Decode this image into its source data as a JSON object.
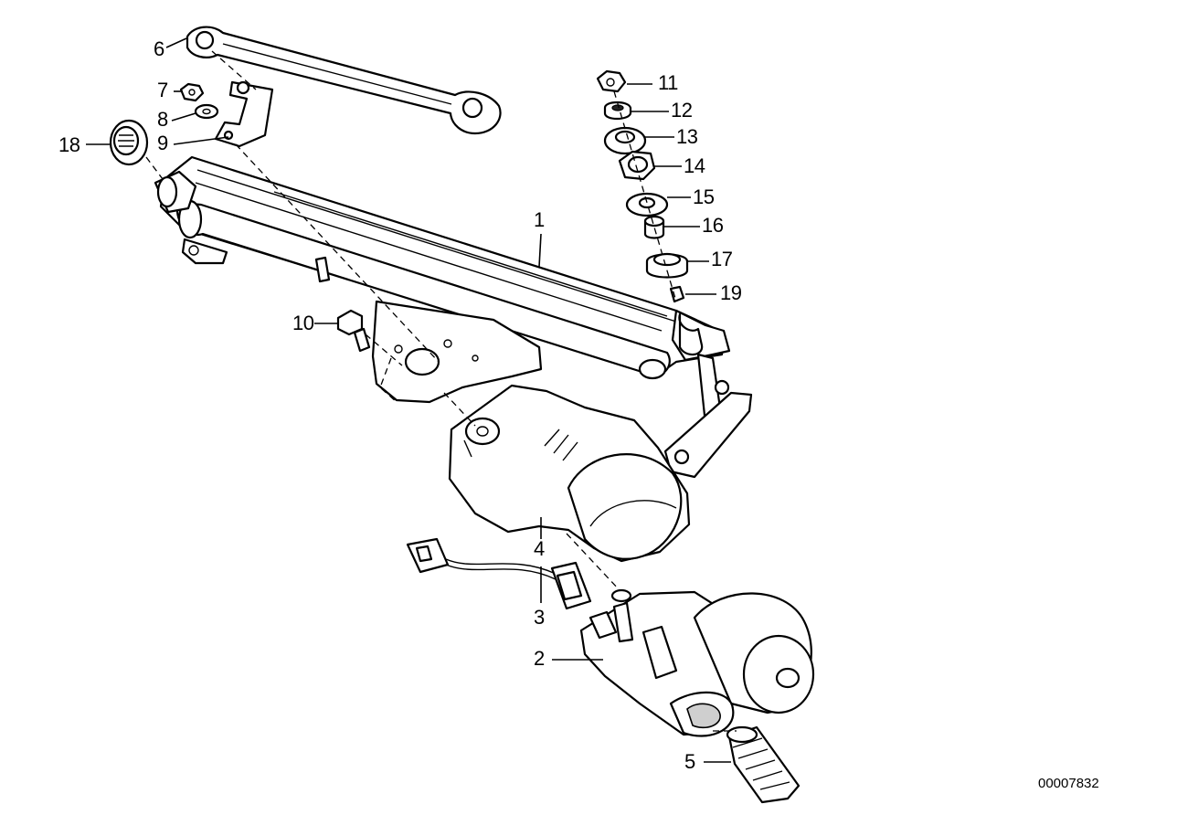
{
  "diagram": {
    "document_number": "00007832",
    "callouts": [
      {
        "id": "1",
        "text": "1"
      },
      {
        "id": "2",
        "text": "2"
      },
      {
        "id": "3",
        "text": "3"
      },
      {
        "id": "4",
        "text": "4"
      },
      {
        "id": "5",
        "text": "5"
      },
      {
        "id": "6",
        "text": "6"
      },
      {
        "id": "7",
        "text": "7"
      },
      {
        "id": "8",
        "text": "8"
      },
      {
        "id": "9",
        "text": "9"
      },
      {
        "id": "10",
        "text": "10"
      },
      {
        "id": "11",
        "text": "11"
      },
      {
        "id": "12",
        "text": "12"
      },
      {
        "id": "13",
        "text": "13"
      },
      {
        "id": "14",
        "text": "14"
      },
      {
        "id": "15",
        "text": "15"
      },
      {
        "id": "16",
        "text": "16"
      },
      {
        "id": "17",
        "text": "17"
      },
      {
        "id": "18",
        "text": "18"
      },
      {
        "id": "19",
        "text": "19"
      }
    ]
  }
}
